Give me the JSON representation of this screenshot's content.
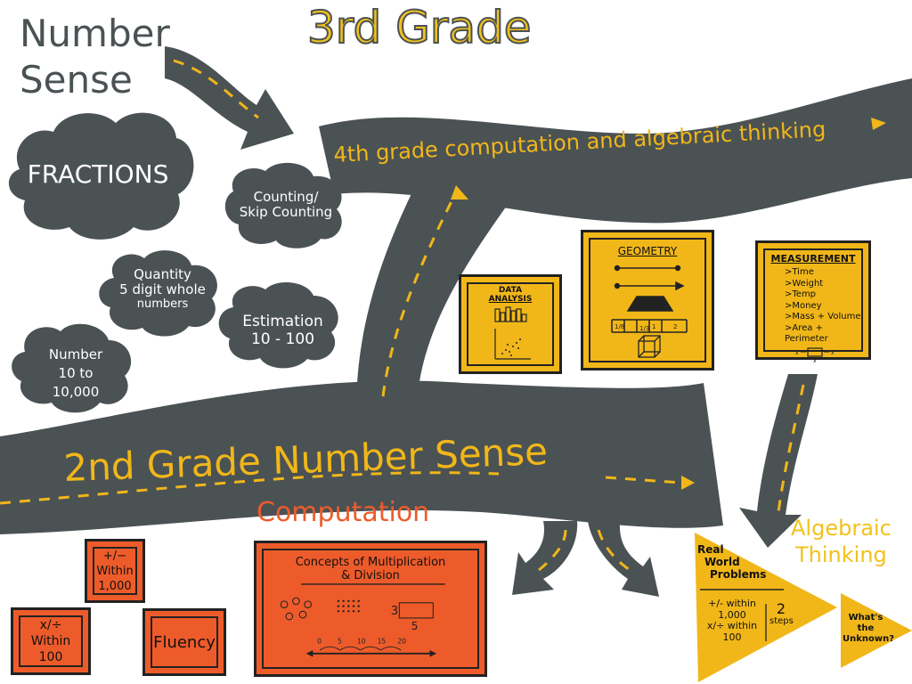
{
  "title": "3rd Grade",
  "number_sense": {
    "heading_line1": "Number",
    "heading_line2": "Sense",
    "clouds": [
      {
        "line1": "FRACTIONS"
      },
      {
        "line1": "Counting/",
        "line2": "Skip Counting"
      },
      {
        "line1": "Quantity",
        "line2": "5 digit whole",
        "line3": "numbers"
      },
      {
        "line1": "Estimation",
        "line2": "10 - 100"
      },
      {
        "line1": "Number",
        "line2": "10 to",
        "line3": "10,000"
      }
    ]
  },
  "roads": {
    "top_label": "4th grade computation and algebraic thinking",
    "main_label": "2nd Grade Number Sense"
  },
  "data_analysis": {
    "line1": "DATA",
    "line2": "ANALYSIS"
  },
  "geometry": {
    "title": "GEOMETRY",
    "fractions": [
      "1/8",
      "1",
      "1/3",
      "2"
    ]
  },
  "measurement": {
    "title": "MEASUREMENT",
    "items": [
      ">Time",
      ">Weight",
      ">Temp",
      ">Money",
      ">Mass + Volume",
      ">Area + Perimeter"
    ],
    "diagram_labels": [
      "x",
      "x",
      "x"
    ]
  },
  "computation": {
    "heading": "Computation",
    "add_sub": {
      "symbol": "+/−",
      "line1": "Within",
      "line2": "1,000"
    },
    "mult_div": {
      "symbol": "x/÷",
      "line1": "Within",
      "line2": "100"
    },
    "fluency": "Fluency",
    "concepts": {
      "title_line1": "Concepts of Multiplication",
      "title_line2": "& Division",
      "dividend_label": "3",
      "divisor_label": "5",
      "number_line_labels": [
        "0",
        "5",
        "10",
        "15",
        "20"
      ]
    }
  },
  "algebraic": {
    "heading_line1": "Algebraic",
    "heading_line2": "Thinking",
    "real_world": {
      "title_line1": "Real",
      "title_line2": "World",
      "title_line3": "Problems",
      "line1": "+/- within",
      "line2": "1,000",
      "line3": "x/÷ within",
      "line4": "100",
      "steps_num": "2",
      "steps_label": "steps"
    },
    "unknown": {
      "line1": "What's",
      "line2": "the",
      "line3": "Unknown?"
    }
  },
  "colors": {
    "road": "#4b5254",
    "yellow": "#f1b719",
    "orange": "#ee5b2a",
    "white": "#ffffff",
    "ink": "#222222"
  }
}
